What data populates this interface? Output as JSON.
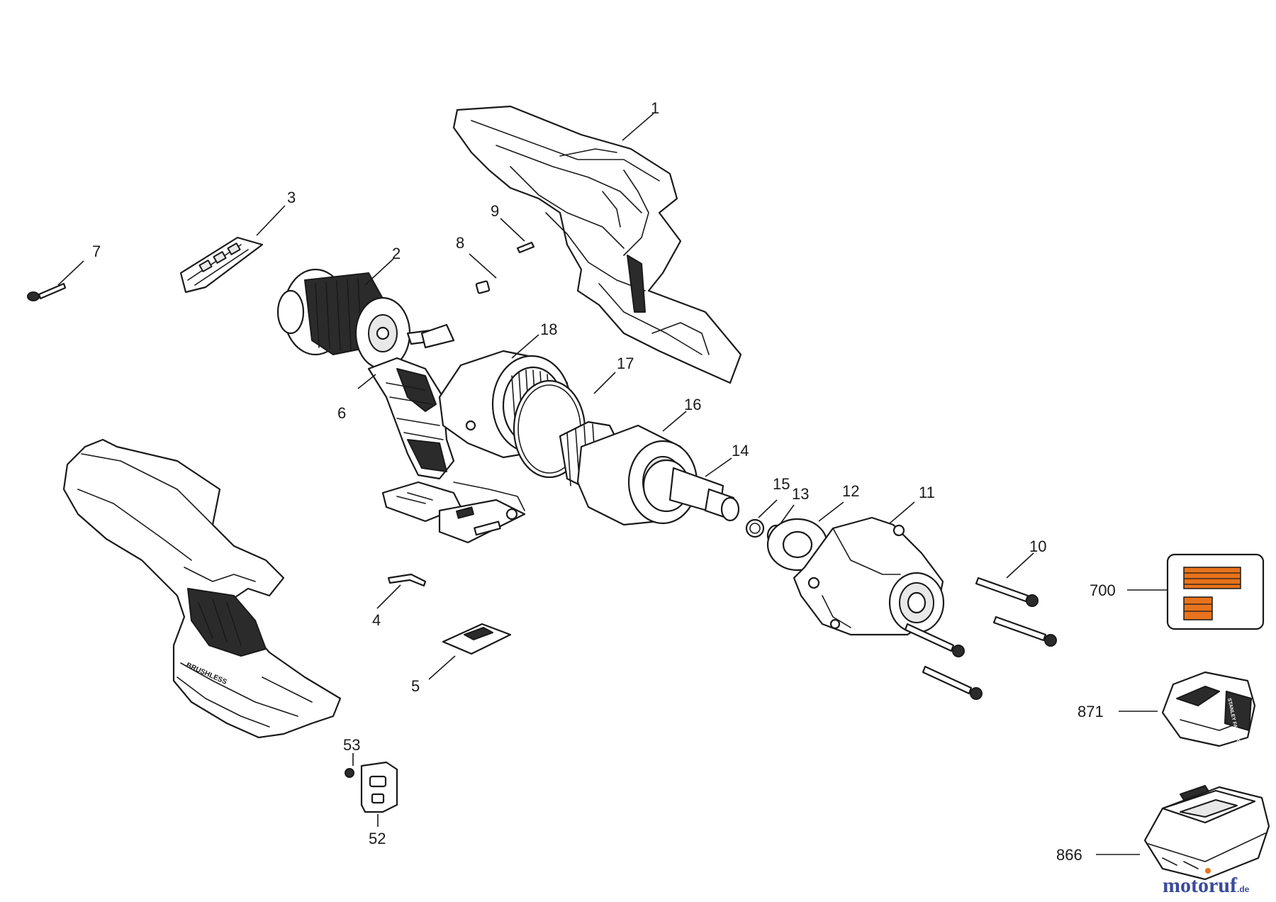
{
  "diagram": {
    "callouts": {
      "p1": "1",
      "p2": "2",
      "p3": "3",
      "p4": "4",
      "p5": "5",
      "p6": "6",
      "p7": "7",
      "p8": "8",
      "p9": "9",
      "p10": "10",
      "p11": "11",
      "p12": "12",
      "p13": "13",
      "p14": "14",
      "p15": "15",
      "p16": "16",
      "p17": "17",
      "p18": "18",
      "p52": "52",
      "p53": "53",
      "p700": "700",
      "p866": "866",
      "p871": "871"
    },
    "handle_print": "BRUSHLESS",
    "battery_print": "STANLEY FATMAX"
  },
  "watermark": {
    "name": "motoruf",
    "suffix": ".de"
  },
  "colors": {
    "line": "#1a1a1a",
    "accent_orange": "#e8731c",
    "watermark_blue": "#3a4a9a",
    "watermark_orange": "#e8731c"
  }
}
